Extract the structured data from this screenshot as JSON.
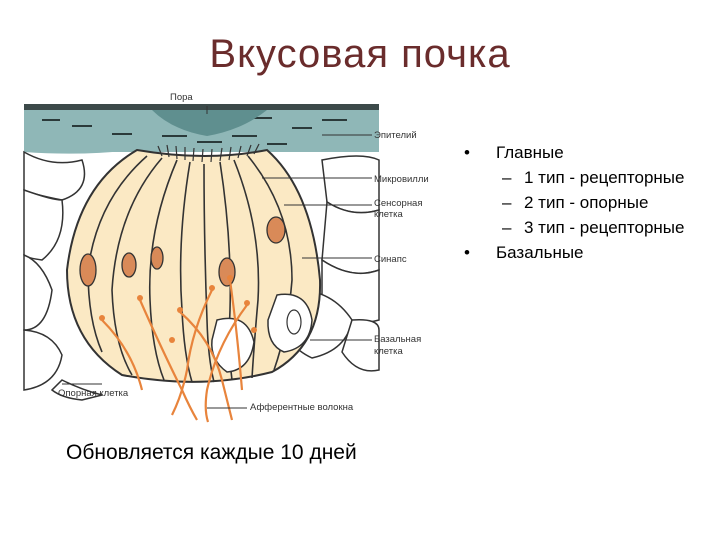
{
  "slide": {
    "title": "Вкусовая почка",
    "caption": "Обновляется каждые 10 дней"
  },
  "diagram": {
    "labels": {
      "pore": "Пора",
      "epithelium": "Эпителий",
      "microvilli": "Микровилли",
      "sensory_cell_1": "Сенсорная",
      "sensory_cell_2": "клетка",
      "synapse": "Синапс",
      "basal_cell_1": "Базальная",
      "basal_cell_2": "клетка",
      "supporting_cell": "Опорная клетка",
      "afferent_fibers": "Афферентные волокна"
    }
  },
  "bullets": {
    "items": [
      {
        "marker": "•",
        "text": "Главные"
      },
      {
        "marker": "–",
        "text": "1 тип - рецепторные"
      },
      {
        "marker": "–",
        "text": "2 тип - опорные"
      },
      {
        "marker": "–",
        "text": "3 тип - рецепторные"
      },
      {
        "marker": "•",
        "text": "Базальные"
      }
    ]
  },
  "colors": {
    "title": "#6a2c2c",
    "bud_fill": "#fbe9c4",
    "nerve": "#e8843c",
    "nucleus": "#d98a58",
    "epithelium": "#7fa9a9"
  }
}
